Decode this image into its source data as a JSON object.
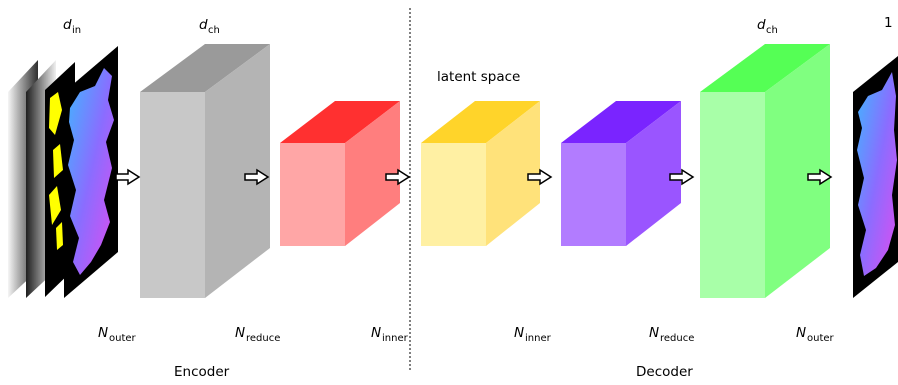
{
  "labels": {
    "d": "d",
    "in_sub": "in",
    "ch_sub": "ch",
    "N": "N",
    "outer_sub": "outer",
    "reduce_sub": "reduce",
    "inner_sub": "inner",
    "one": "1",
    "latent": "latent space",
    "encoder": "Encoder",
    "decoder": "Decoder"
  },
  "colors": {
    "encoder_block": "#c8c8c8",
    "reduce_block": "#ffa6a6",
    "latent_block": "#fff0a3",
    "decoder_reduce_block": "#b27cff",
    "decoder_block": "#a8ffa8"
  }
}
